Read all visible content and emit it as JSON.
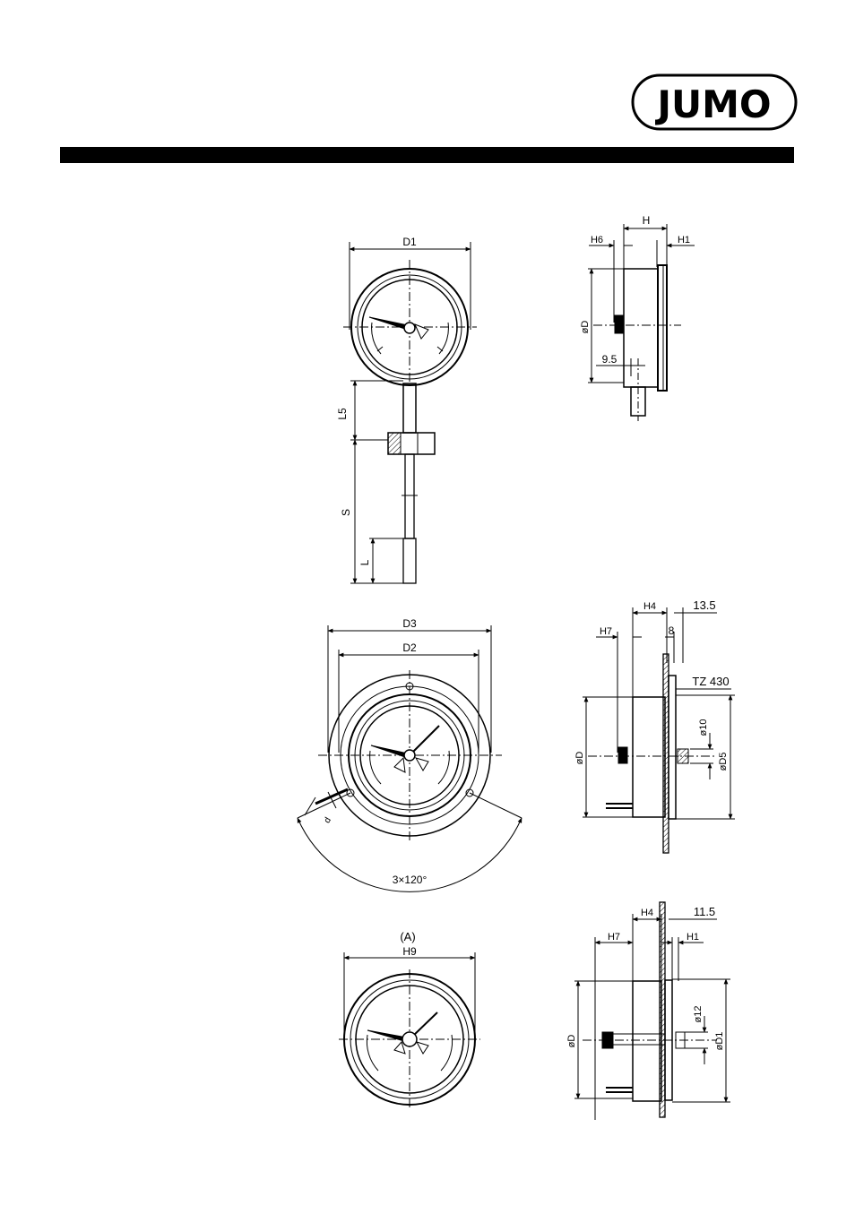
{
  "header": {
    "logo_text": "JUMO"
  },
  "drawing_1": {
    "front": {
      "label_D1": "D1",
      "label_L5": "L5",
      "label_S": "S",
      "label_L": "L"
    },
    "side": {
      "label_H": "H",
      "label_H6": "H6",
      "label_H1": "H1",
      "label_D": "øD",
      "label_95": "9.5"
    }
  },
  "drawing_2": {
    "front": {
      "label_D3": "D3",
      "label_D2": "D2",
      "label_d": "d",
      "label_angle": "3×120°"
    },
    "side": {
      "label_H4": "H4",
      "label_135": "13.5",
      "label_H7": "H7",
      "label_8": "8",
      "label_tz": "TZ 430",
      "label_D": "øD",
      "label_o10": "ø10",
      "label_D5": "øD5"
    }
  },
  "drawing_3": {
    "front": {
      "label_A": "(A)",
      "label_H9": "H9"
    },
    "side": {
      "label_H4": "H4",
      "label_115": "11.5",
      "label_H7": "H7",
      "label_H1": "H1",
      "label_D": "øD",
      "label_o12": "ø12",
      "label_D1": "øD1"
    }
  }
}
